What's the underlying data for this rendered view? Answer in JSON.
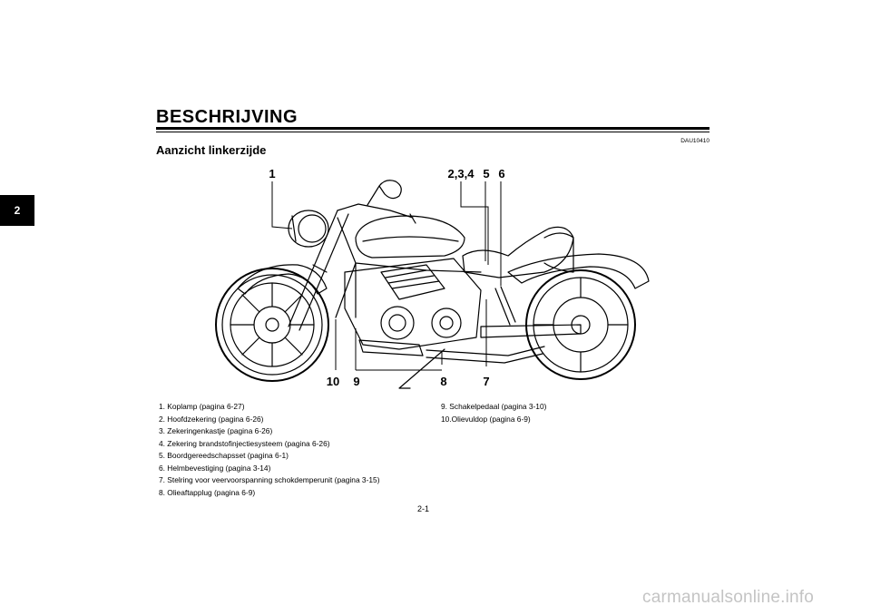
{
  "chapter_tab": "2",
  "header": {
    "title": "BESCHRIJVING",
    "code": "DAU10410",
    "subtitle": "Aanzicht linkerzijde"
  },
  "figure": {
    "callouts": {
      "c1": "1",
      "c234": "2,3,4",
      "c5": "5",
      "c6": "6",
      "c10": "10",
      "c9": "9",
      "c8": "8",
      "c7": "7"
    }
  },
  "parts_left": [
    "1. Koplamp (pagina 6-27)",
    "2. Hoofdzekering (pagina 6-26)",
    "3. Zekeringenkastje (pagina 6-26)",
    "4. Zekering brandstofinjectiesysteem (pagina 6-26)",
    "5. Boordgereedschapsset (pagina 6-1)",
    "6. Helmbevestiging (pagina 3-14)",
    "7. Stelring voor veervoorspanning schokdemperunit (pagina 3-15)",
    "8. Olieaftapplug (pagina 6-9)"
  ],
  "parts_right": [
    "9. Schakelpedaal (pagina 3-10)",
    "10.Olievuldop (pagina 6-9)"
  ],
  "page_number": "2-1",
  "watermark": "carmanualsonline.info"
}
